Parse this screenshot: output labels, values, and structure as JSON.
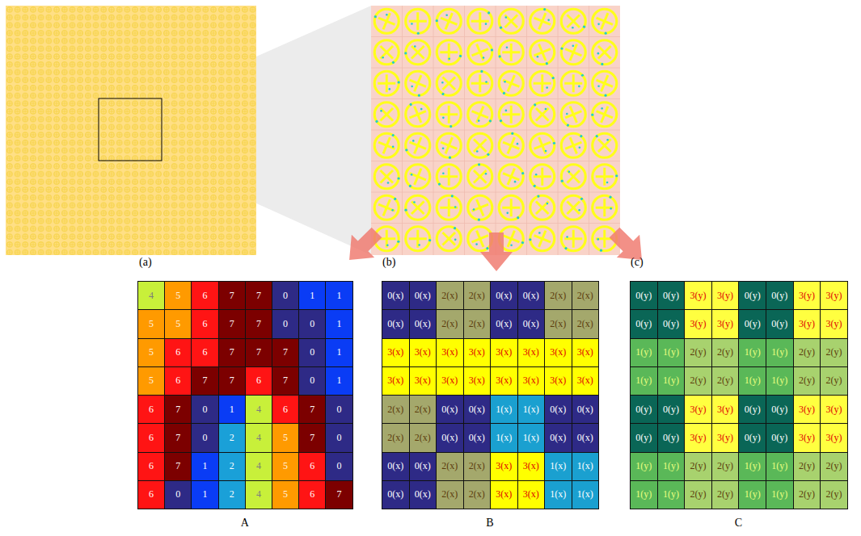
{
  "diagram": {
    "labels": [
      "(a)",
      "(b)",
      "(c)",
      "4",
      "5",
      "6",
      "7",
      "7",
      "0",
      "1",
      "1",
      "5",
      "5",
      "6",
      "7",
      "7",
      "0",
      "0",
      "1",
      "5",
      "6",
      "6",
      "7",
      "7",
      "7",
      "0",
      "1",
      "5",
      "6",
      "7",
      "7",
      "6",
      "7",
      "0",
      "1",
      "6",
      "7",
      "0",
      "1",
      "4",
      "6",
      "7",
      "0",
      "6",
      "7",
      "0",
      "2",
      "4",
      "5",
      "7",
      "0",
      "6",
      "7",
      "1",
      "2",
      "4",
      "5",
      "6",
      "0",
      "6",
      "0",
      "1",
      "2",
      "4",
      "5",
      "6",
      "7",
      "A",
      "0(x)",
      "0(x)",
      "2(x)",
      "2(x)",
      "0(x)",
      "0(x)",
      "2(x)",
      "2(x)",
      "0(x)",
      "0(x)",
      "2(x)",
      "2(x)",
      "0(x)",
      "0(x)",
      "2(x)",
      "2(x)",
      "3(x)",
      "3(x)",
      "3(x)",
      "3(x)",
      "3(x)",
      "3(x)",
      "3(x)",
      "3(x)",
      "3(x)",
      "3(x)",
      "3(x)",
      "3(x)",
      "3(x)",
      "3(x)",
      "3(x)",
      "3(x)",
      "2(x)",
      "2(x)",
      "0(x)",
      "0(x)",
      "1(x)",
      "1(x)",
      "0(x)",
      "0(x)",
      "2(x)",
      "2(x)",
      "0(x)",
      "0(x)",
      "1(x)",
      "1(x)",
      "0(x)",
      "0(x)",
      "0(x)",
      "0(x)",
      "2(x)",
      "2(x)",
      "3(x)",
      "3(x)",
      "1(x)",
      "1(x)",
      "0(x)",
      "0(x)",
      "2(x)",
      "2(x)",
      "3(x)",
      "3(x)",
      "1(x)",
      "1(x)",
      "B",
      "0(y)",
      "0(y)",
      "3(y)",
      "3(y)",
      "0(y)",
      "0(y)",
      "3(y)",
      "3(y)",
      "0(y)",
      "0(y)",
      "3(y)",
      "3(y)",
      "0(y)",
      "0(y)",
      "3(y)",
      "3(y)",
      "1(y)",
      "1(y)",
      "2(y)",
      "2(y)",
      "1(y)",
      "1(y)",
      "2(y)",
      "2(y)",
      "1(y)",
      "1(y)",
      "2(y)",
      "2(y)",
      "1(y)",
      "1(y)",
      "2(y)",
      "2(y)",
      "0(y)",
      "0(y)",
      "3(y)",
      "3(y)",
      "0(y)",
      "0(y)",
      "3(y)",
      "3(y)",
      "0(y)",
      "0(y)",
      "3(y)",
      "3(y)",
      "0(y)",
      "0(y)",
      "3(y)",
      "3(y)",
      "1(y)",
      "1(y)",
      "2(y)",
      "2(y)",
      "1(y)",
      "1(y)",
      "2(y)",
      "2(y)",
      "1(y)",
      "1(y)",
      "2(y)",
      "2(y)",
      "1(y)",
      "1(y)",
      "2(y)",
      "2(y)",
      "C"
    ]
  }
}
